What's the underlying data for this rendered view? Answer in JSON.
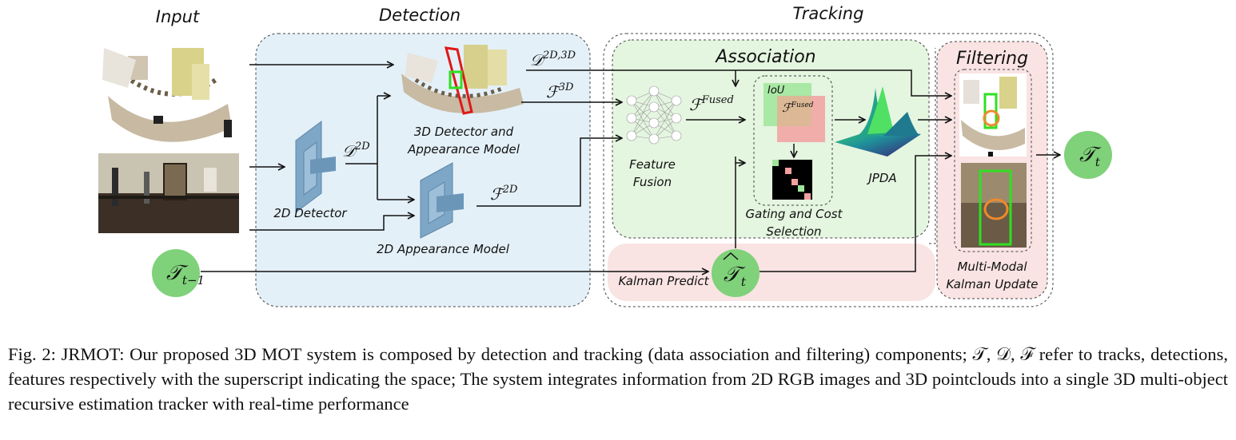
{
  "headers": {
    "input": "Input",
    "detection": "Detection",
    "tracking": "Tracking",
    "association": "Association",
    "filtering": "Filtering"
  },
  "labels": {
    "detector_3d_line1": "3D Detector and",
    "detector_3d_line2": "Appearance Model",
    "detector_2d": "2D Detector",
    "appearance_2d": "2D Appearance Model",
    "feature_fusion_line1": "Feature",
    "feature_fusion_line2": "Fusion",
    "iou": "IoU",
    "jpda": "JPDA",
    "gating_line1": "Gating and Cost",
    "gating_line2": "Selection",
    "kalman_predict": "Kalman Predict",
    "kalman_update_line1": "Multi-Modal",
    "kalman_update_line2": "Kalman Update"
  },
  "math": {
    "d2d3d_base": "𝒟",
    "d2d3d_sup": "2D,3D",
    "f3d_base": "ℱ",
    "f3d_sup": "3D",
    "d2d_base": "𝒟",
    "d2d_sup": "2D",
    "f2d_base": "ℱ",
    "f2d_sup": "2D",
    "ffused_base": "ℱ",
    "ffused_sup": "Fused",
    "tt_prev_base": "𝒯",
    "tt_prev_sub": "t−1",
    "tt_pred_base": "𝒯",
    "tt_pred_sub": "t",
    "tt_out_base": "𝒯",
    "tt_out_sub": "t"
  },
  "colors": {
    "detection_fill": "#e3f0f8",
    "association_fill": "#e4f5e0",
    "filtering_fill": "#f9e3e3",
    "track_node": "#7fd17a",
    "detector_block": "#7ea6c6",
    "arrow": "#111111"
  },
  "icons": {
    "nn": "neural-network-icon",
    "detector": "cnn-block-icon",
    "surface": "jpda-surface-icon"
  },
  "caption": "Fig. 2: JRMOT: Our proposed 3D MOT system is composed by detection and tracking (data association and filtering) components; 𝒯, 𝒟, ℱ refer to tracks, detections, features respectively with the superscript indicating the space; The system integrates information from 2D RGB images and 3D pointclouds into a single 3D multi-object recursive estimation tracker with real-time performance"
}
